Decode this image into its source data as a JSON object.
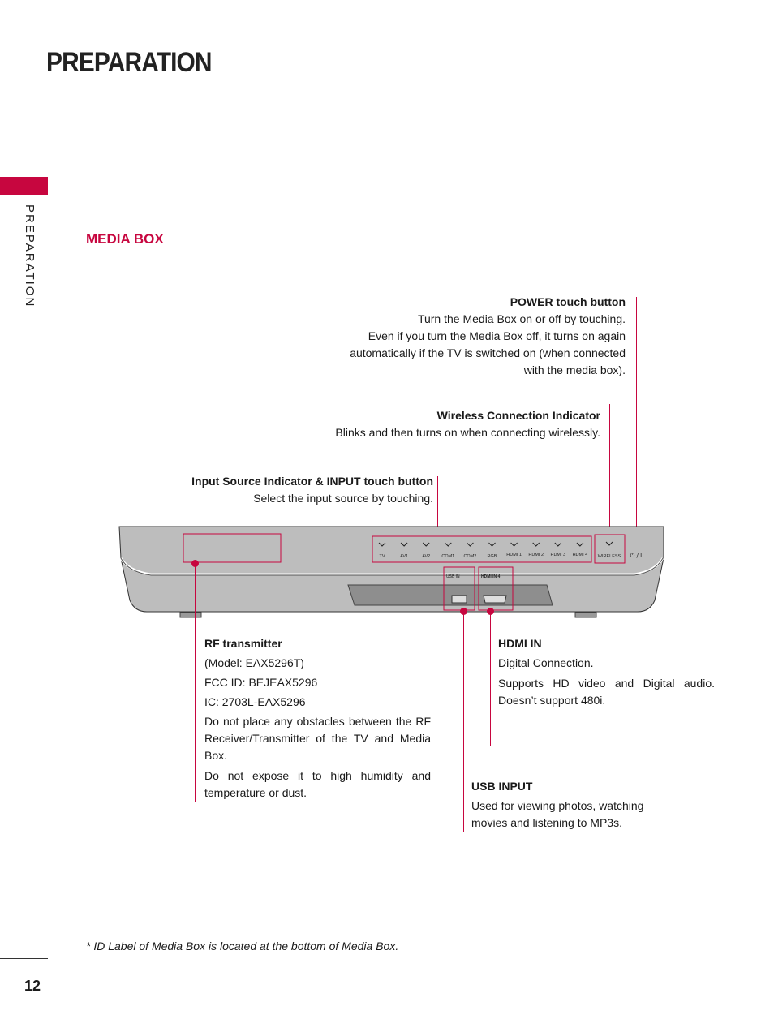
{
  "page": {
    "title": "PREPARATION",
    "side_tab": "PREPARATION",
    "section": "MEDIA BOX",
    "page_number": "12",
    "footnote": "* ID Label of Media Box is located at the bottom of Media Box."
  },
  "power": {
    "heading": "POWER touch button",
    "lines": [
      "Turn the Media Box on or off by touching.",
      "Even if you turn the Media Box off, it turns on again",
      "automatically if the TV is switched on (when connected",
      "with the media box)."
    ]
  },
  "wireless": {
    "heading": "Wireless Connection Indicator",
    "text": "Blinks and then turns on when connecting wirelessly."
  },
  "input": {
    "heading": "Input Source Indicator & INPUT touch button",
    "text": "Select the input source by touching."
  },
  "rf": {
    "heading": "RF transmitter",
    "lines": [
      "(Model: EAX5296T)",
      "FCC ID: BEJEAX5296",
      "IC: 2703L-EAX5296"
    ],
    "p1": "Do not place any obstacles between the RF Receiver/Transmitter of the TV and Media Box.",
    "p2": "Do not expose it to high humidity and temperature or dust."
  },
  "hdmi": {
    "heading": "HDMI IN",
    "p1": "Digital Connection.",
    "p2": "Supports HD video and Digital audio. Doesn’t support 480i."
  },
  "usb": {
    "heading": "USB INPUT",
    "lines": [
      "Used for viewing photos, watching",
      "movies and listening to MP3s."
    ]
  },
  "device": {
    "inputs": [
      "TV",
      "AV1",
      "AV2",
      "COM1",
      "COM2",
      "RGB",
      "HDMI 1",
      "HDMI 2",
      "HDMI 3",
      "HDMI 4"
    ],
    "wireless_label": "WIRELESS",
    "power_label": "⏻ / I",
    "usb_label": "USB IN",
    "hdmi_label": "HDMI IN 4"
  },
  "colors": {
    "accent": "#c7063f"
  }
}
